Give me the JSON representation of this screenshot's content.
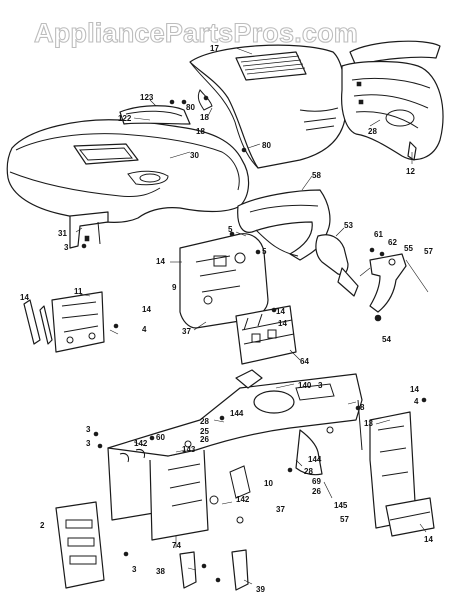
{
  "watermark": "AppliancePartsPros.com",
  "callouts": [
    {
      "id": "c17",
      "text": "17"
    },
    {
      "id": "c18a",
      "text": "18"
    },
    {
      "id": "c28",
      "text": "28"
    },
    {
      "id": "c12",
      "text": "12"
    },
    {
      "id": "c123",
      "text": "123"
    },
    {
      "id": "c122",
      "text": "122"
    },
    {
      "id": "c80a",
      "text": "80"
    },
    {
      "id": "c18b",
      "text": "18"
    },
    {
      "id": "c30",
      "text": "30"
    },
    {
      "id": "c80b",
      "text": "80"
    },
    {
      "id": "c31",
      "text": "31"
    },
    {
      "id": "c3a",
      "text": "3"
    },
    {
      "id": "c58",
      "text": "58"
    },
    {
      "id": "c5a",
      "text": "5"
    },
    {
      "id": "c5b",
      "text": "5"
    },
    {
      "id": "c14a",
      "text": "14"
    },
    {
      "id": "c9",
      "text": "9"
    },
    {
      "id": "c53",
      "text": "53"
    },
    {
      "id": "c61",
      "text": "61"
    },
    {
      "id": "c62",
      "text": "62"
    },
    {
      "id": "c55",
      "text": "55"
    },
    {
      "id": "c57",
      "text": "57"
    },
    {
      "id": "c54",
      "text": "54"
    },
    {
      "id": "c11",
      "text": "11"
    },
    {
      "id": "c14b",
      "text": "14"
    },
    {
      "id": "c14c",
      "text": "14"
    },
    {
      "id": "c4a",
      "text": "4"
    },
    {
      "id": "c37a",
      "text": "37"
    },
    {
      "id": "c14d",
      "text": "14"
    },
    {
      "id": "c14e",
      "text": "14"
    },
    {
      "id": "c64",
      "text": "64"
    },
    {
      "id": "c140",
      "text": "140"
    },
    {
      "id": "c3b",
      "text": "3"
    },
    {
      "id": "c8",
      "text": "8"
    },
    {
      "id": "c14f",
      "text": "14"
    },
    {
      "id": "c4b",
      "text": "4"
    },
    {
      "id": "c13",
      "text": "13"
    },
    {
      "id": "c144a",
      "text": "144"
    },
    {
      "id": "c28b",
      "text": "28"
    },
    {
      "id": "c25",
      "text": "25"
    },
    {
      "id": "c26",
      "text": "26"
    },
    {
      "id": "c3c",
      "text": "3"
    },
    {
      "id": "c3d",
      "text": "3"
    },
    {
      "id": "c60",
      "text": "60"
    },
    {
      "id": "c142a",
      "text": "142"
    },
    {
      "id": "c143",
      "text": "143"
    },
    {
      "id": "c144b",
      "text": "144"
    },
    {
      "id": "c28c",
      "text": "28"
    },
    {
      "id": "c69",
      "text": "69"
    },
    {
      "id": "c26b",
      "text": "26"
    },
    {
      "id": "c10",
      "text": "10"
    },
    {
      "id": "c37b",
      "text": "37"
    },
    {
      "id": "c145",
      "text": "145"
    },
    {
      "id": "c57b",
      "text": "57"
    },
    {
      "id": "c142b",
      "text": "142"
    },
    {
      "id": "c2",
      "text": "2"
    },
    {
      "id": "c74",
      "text": "74"
    },
    {
      "id": "c3e",
      "text": "3"
    },
    {
      "id": "c38",
      "text": "38"
    },
    {
      "id": "c39",
      "text": "39"
    },
    {
      "id": "c14g",
      "text": "14"
    }
  ]
}
